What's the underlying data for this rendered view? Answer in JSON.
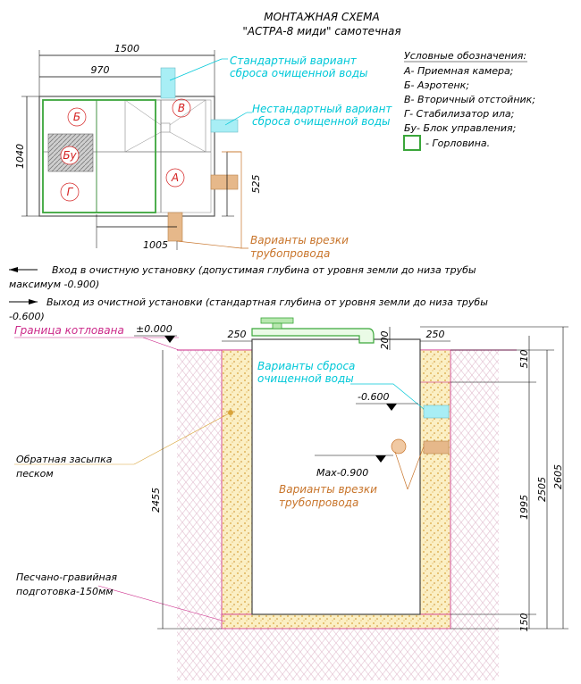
{
  "title": {
    "line1": "МОНТАЖНАЯ СХЕМА",
    "line2": "\"АСТРА-8 миди\" самотечная"
  },
  "legend": {
    "heading": "Условные обозначения:",
    "items": [
      "А- Приемная камера;",
      "Б- Аэротенк;",
      "В- Вторичный отстойник;",
      "Г- Стабилизатор ила;",
      "Бу- Блок управления;"
    ],
    "neck_label": "- Горловина."
  },
  "plan": {
    "dims": {
      "length": "1500",
      "width": "1040",
      "inner": "970",
      "inlet_offset": "1005",
      "outlet_height": "525"
    },
    "zones": {
      "A": "А",
      "B": "Б",
      "V": "В",
      "G": "Г",
      "Bu": "Бу"
    },
    "notes": {
      "std_outlet": [
        "Стандартный вариант",
        "сброса очищенной воды"
      ],
      "nonstd_outlet": [
        "Нестандартный вариант",
        "сброса очищенной воды"
      ],
      "pipe_variants": [
        "Варианты врезки",
        "трубопровода"
      ]
    }
  },
  "arrows": {
    "inlet": [
      "Вход в очистную установку (допустимая глубина от уровня земли до низа трубы",
      "максимум -0.900)"
    ],
    "outlet": [
      "Выход из очистной установки (стандартная глубина от уровня земли до низа трубы",
      "-0.600)"
    ]
  },
  "section": {
    "labels": {
      "pit_border": "Граница котлована",
      "zero_mark": "±0.000",
      "discharge_variants": [
        "Варианты сброса",
        "очищенной воды"
      ],
      "mark_600": "-0.600",
      "mark_900": "Max-0.900",
      "pipe_variants": [
        "Варианты врезки",
        "трубопровода"
      ],
      "backfill": [
        "Обратная засыпка",
        "песком"
      ],
      "base": [
        "Песчано-гравийная",
        "подготовка-150мм"
      ]
    },
    "dims": {
      "wall_left": "250",
      "top_200": "200",
      "wall_right": "250",
      "d510": "510",
      "d2455": "2455",
      "d2505": "2505",
      "d2605": "2605",
      "d1995": "1995",
      "d150": "150"
    }
  },
  "colors": {
    "cyan": "#00c8d8",
    "brown": "#c8742a",
    "pink": "#cc2a8a",
    "green": "#3aa63a",
    "red": "#d42020",
    "sand": "#f2dfa0"
  }
}
